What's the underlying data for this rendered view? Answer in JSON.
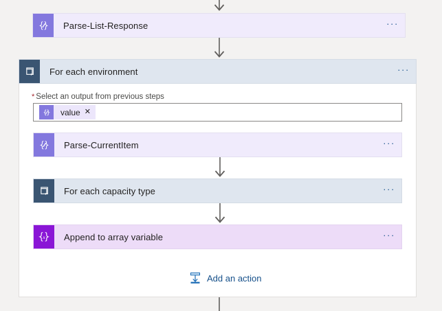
{
  "canvas": {
    "background": "#f3f2f1",
    "connector_color": "#605e5c"
  },
  "nodes": {
    "parse_list_response": {
      "title": "Parse-List-Response",
      "icon": "parse-json-icon",
      "icon_glyph": "{ }",
      "icon_color": "#8378de",
      "card_color": "#f0ebfc",
      "menu": "···"
    },
    "for_each_environment": {
      "title": "For each environment",
      "icon": "foreach-loop-icon",
      "icon_color": "#3a5572",
      "card_color": "#dfe6ef",
      "menu": "···",
      "field": {
        "required_marker": "*",
        "label": "Select an output from previous steps",
        "token": {
          "label": "value",
          "icon": "parse-json-icon",
          "icon_color": "#8378de",
          "remove": "✕"
        }
      }
    },
    "parse_current_item": {
      "title": "Parse-CurrentItem",
      "icon": "parse-json-icon",
      "icon_glyph": "{ }",
      "icon_color": "#8378de",
      "card_color": "#f0ebfc",
      "menu": "···"
    },
    "for_each_capacity_type": {
      "title": "For each capacity type",
      "icon": "foreach-loop-icon",
      "icon_color": "#3a5572",
      "card_color": "#dfe6ef",
      "menu": "···"
    },
    "append_to_array_variable": {
      "title": "Append to array variable",
      "icon": "variable-icon",
      "icon_glyph": "{x}",
      "icon_color": "#8a16d6",
      "card_color": "#eddcf8",
      "menu": "···"
    }
  },
  "add_action": {
    "label": "Add an action",
    "icon": "insert-action-icon",
    "color": "#16508a"
  }
}
